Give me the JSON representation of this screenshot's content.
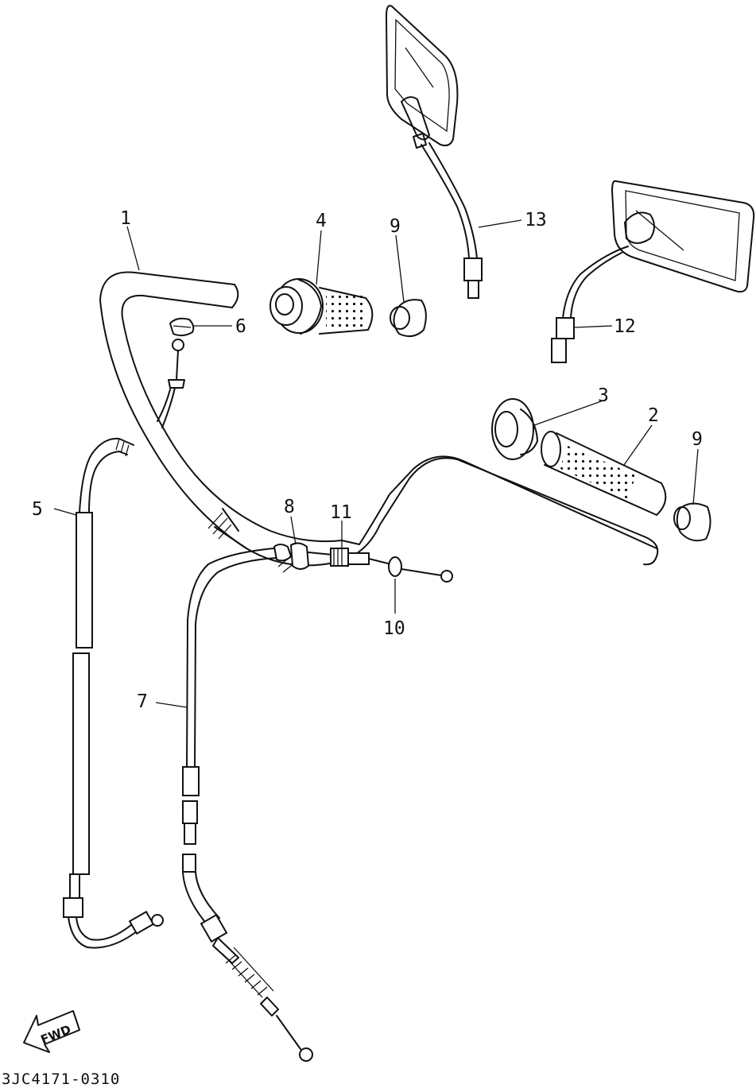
{
  "diagram": {
    "code": "3JC4171-0310",
    "fwd_arrow": "FWD",
    "callouts": [
      {
        "id": "1",
        "label": "1"
      },
      {
        "id": "2",
        "label": "2"
      },
      {
        "id": "3",
        "label": "3"
      },
      {
        "id": "4",
        "label": "4"
      },
      {
        "id": "5",
        "label": "5"
      },
      {
        "id": "6",
        "label": "6"
      },
      {
        "id": "7",
        "label": "7"
      },
      {
        "id": "8",
        "label": "8"
      },
      {
        "id": "9a",
        "label": "9"
      },
      {
        "id": "9b",
        "label": "9"
      },
      {
        "id": "10",
        "label": "10"
      },
      {
        "id": "11",
        "label": "11"
      },
      {
        "id": "12",
        "label": "12"
      },
      {
        "id": "13",
        "label": "13"
      }
    ]
  }
}
